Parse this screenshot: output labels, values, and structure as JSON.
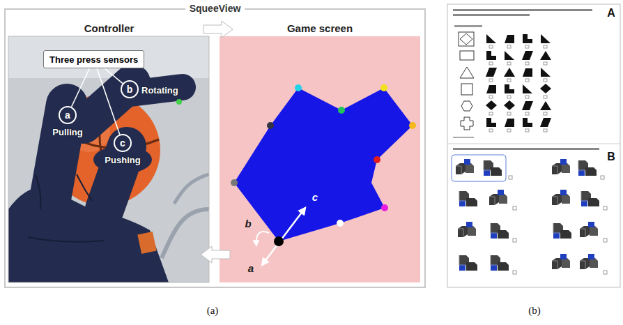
{
  "diagram": {
    "nodes": [
      {
        "text": [
          "SqueeView"
        ]
      },
      {
        "text": [
          "Controller"
        ],
        "in": 0
      },
      {
        "text": [
          "Game screen"
        ],
        "in": 0
      },
      {
        "text": [
          "Three press sensors"
        ],
        "in": 1
      },
      {
        "text": [
          "a",
          "Pulling"
        ],
        "in": 1
      },
      {
        "text": [
          "b",
          "Rotating"
        ],
        "in": 1
      },
      {
        "text": [
          "c",
          "Pushing"
        ],
        "in": 1
      }
    ],
    "edges": [
      {
        "from": 3,
        "to": 4,
        "arrow": "none"
      },
      {
        "from": 3,
        "to": 5,
        "arrow": "none"
      },
      {
        "from": 3,
        "to": 6,
        "arrow": "none"
      }
    ],
    "labels": [
      "b",
      "c",
      "a",
      "A",
      "B",
      "(a)",
      "(b)"
    ]
  }
}
